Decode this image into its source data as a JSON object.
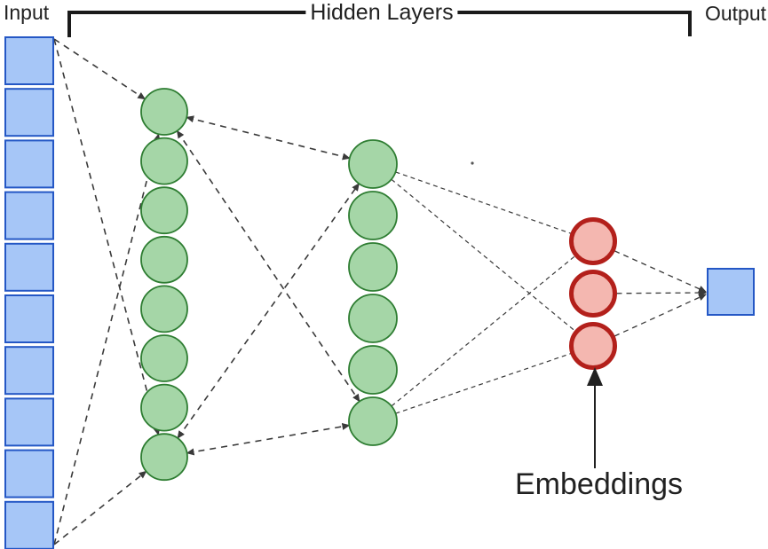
{
  "diagram": {
    "labels": {
      "input": "Input",
      "hidden_layers": "Hidden Layers",
      "output": "Output",
      "embeddings": "Embeddings"
    },
    "layers": {
      "input": {
        "shape": "square",
        "count": 10,
        "fill": "#a6c6f7",
        "stroke": "#2457c5"
      },
      "hidden1": {
        "shape": "circle",
        "count": 8,
        "fill": "#a5d6a7",
        "stroke": "#2e7d32"
      },
      "hidden2": {
        "shape": "circle",
        "count": 6,
        "fill": "#a5d6a7",
        "stroke": "#2e7d32"
      },
      "embeddings": {
        "shape": "circle",
        "count": 3,
        "fill": "#f4b7b0",
        "stroke": "#b3201b"
      },
      "output": {
        "shape": "square",
        "count": 1,
        "fill": "#a6c6f7",
        "stroke": "#2457c5"
      }
    },
    "colors": {
      "connector": "#3a3a3a",
      "bracket": "#1a1a1a",
      "text": "#212121",
      "arrow": "#212121"
    }
  }
}
